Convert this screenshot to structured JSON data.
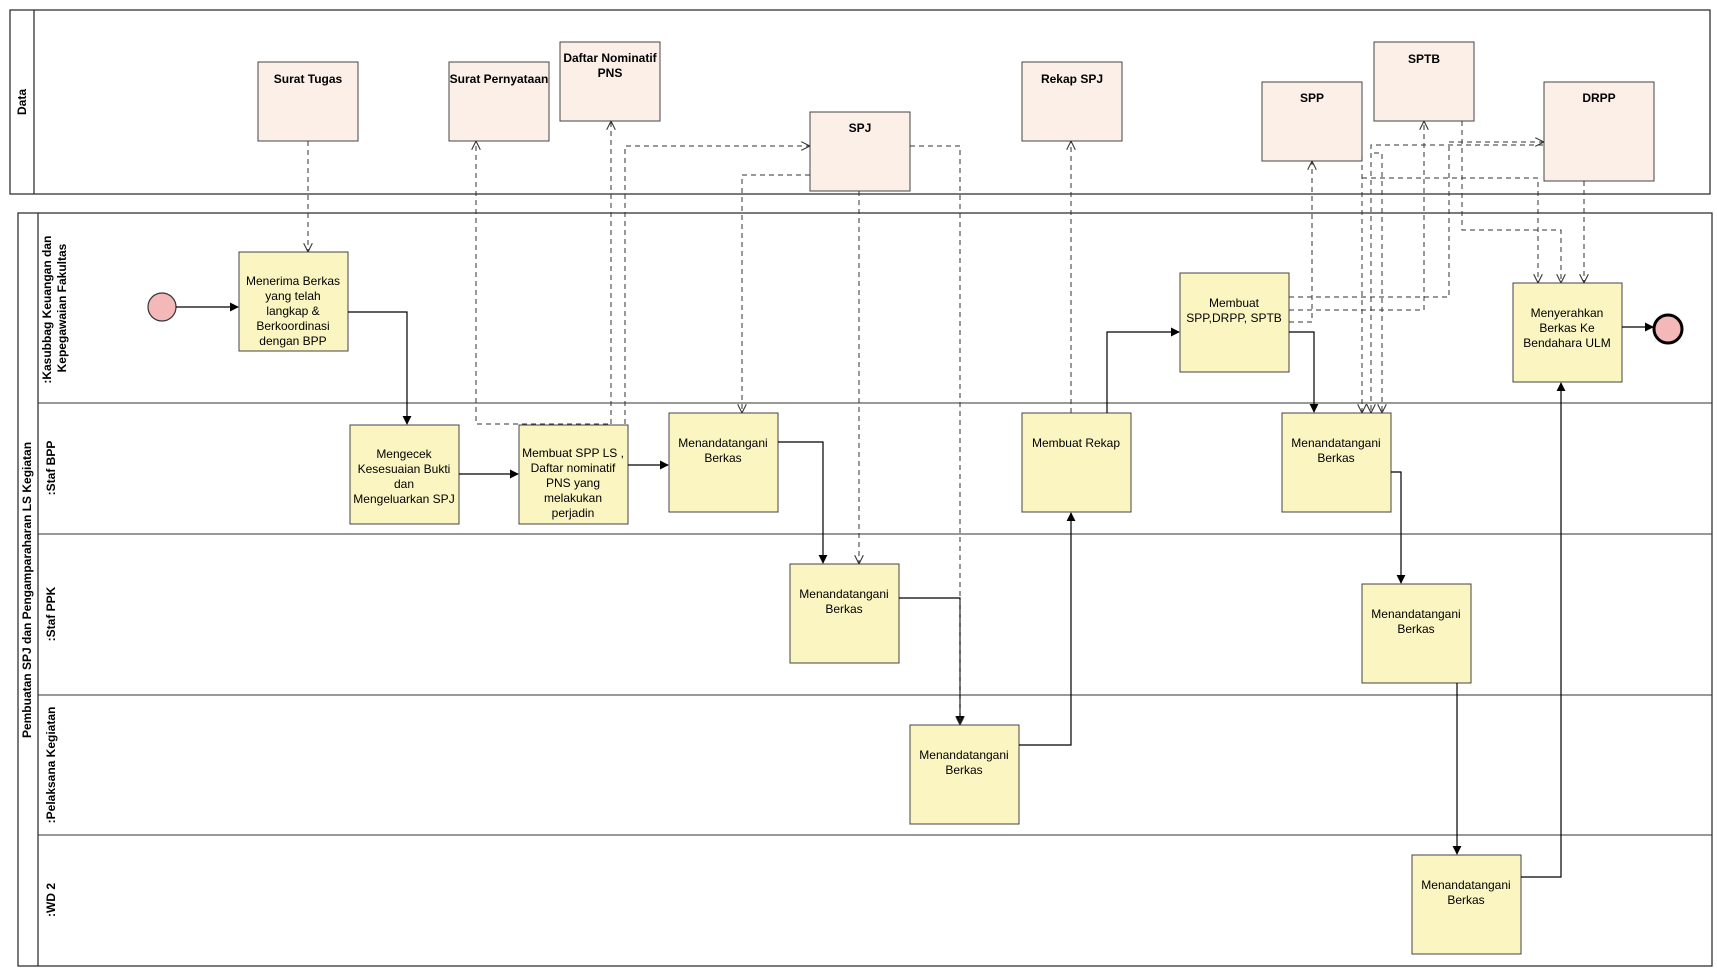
{
  "data_pool": {
    "label": "Data"
  },
  "process_pool": {
    "label": "Pembuatan SPJ dan Pengamparaharan LS Kegiatan"
  },
  "lanes": [
    {
      "id": "kasubbag",
      "label_lines": [
        ":Kasubbag Keuangan dan",
        "Kepegawaian Fakultas"
      ]
    },
    {
      "id": "bpp",
      "label_lines": [
        ":Staf BPP"
      ]
    },
    {
      "id": "ppk",
      "label_lines": [
        ":Staf PPK"
      ]
    },
    {
      "id": "pelaksana",
      "label_lines": [
        ":Pelaksana Kegiatan"
      ]
    },
    {
      "id": "wd2",
      "label_lines": [
        ":WD 2"
      ]
    }
  ],
  "data_objects": [
    {
      "id": "surat-tugas",
      "lines": [
        "Surat Tugas"
      ]
    },
    {
      "id": "surat-pernyataan",
      "lines": [
        "Surat Pernyataan"
      ]
    },
    {
      "id": "daftar-nominatif",
      "lines": [
        "Daftar Nominatif",
        "PNS"
      ]
    },
    {
      "id": "spj",
      "lines": [
        "SPJ"
      ]
    },
    {
      "id": "rekap-spj",
      "lines": [
        "Rekap SPJ"
      ]
    },
    {
      "id": "spp",
      "lines": [
        "SPP"
      ]
    },
    {
      "id": "sptb",
      "lines": [
        "SPTB"
      ]
    },
    {
      "id": "drpp",
      "lines": [
        "DRPP"
      ]
    }
  ],
  "tasks": [
    {
      "id": "menerima-berkas",
      "lines": [
        "Menerima Berkas",
        "yang telah",
        "langkap &",
        "Berkoordinasi",
        "dengan BPP"
      ]
    },
    {
      "id": "mengecek",
      "lines": [
        "Mengecek",
        "Kesesuaian Bukti",
        "dan",
        "Mengeluarkan SPJ"
      ]
    },
    {
      "id": "membuat-spp-ls",
      "lines": [
        "Membuat SPP LS ,",
        "Daftar nominatif",
        "PNS yang",
        "melakukan",
        "perjadin"
      ]
    },
    {
      "id": "bpp-tandatangan-1",
      "lines": [
        "Menandatangani",
        "Berkas"
      ]
    },
    {
      "id": "ppk-tandatangan-1",
      "lines": [
        "Menandatangani",
        "Berkas"
      ]
    },
    {
      "id": "pelaksana-tandatangan",
      "lines": [
        "Menandatangani",
        "Berkas"
      ]
    },
    {
      "id": "membuat-rekap",
      "lines": [
        "Membuat Rekap"
      ]
    },
    {
      "id": "membuat-spp-drpp-sptb",
      "lines": [
        "Membuat",
        "SPP,DRPP, SPTB"
      ]
    },
    {
      "id": "bpp-tandatangan-2",
      "lines": [
        "Menandatangani",
        "Berkas"
      ]
    },
    {
      "id": "ppk-tandatangan-2",
      "lines": [
        "Menandatangani",
        "Berkas"
      ]
    },
    {
      "id": "wd2-tandatangan",
      "lines": [
        "Menandatangani",
        "Berkas"
      ]
    },
    {
      "id": "menyerahkan-berkas",
      "lines": [
        "Menyerahkan",
        "Berkas Ke",
        "Bendahara ULM"
      ]
    }
  ],
  "events": [
    {
      "id": "start-event",
      "kind": "start",
      "color": "#f4b8b8"
    },
    {
      "id": "end-event",
      "kind": "end",
      "color": "#f4b8b8"
    }
  ],
  "colors": {
    "task_fill": "#fbf5c2",
    "data_fill": "#fbefe8",
    "stroke": "#333333"
  }
}
